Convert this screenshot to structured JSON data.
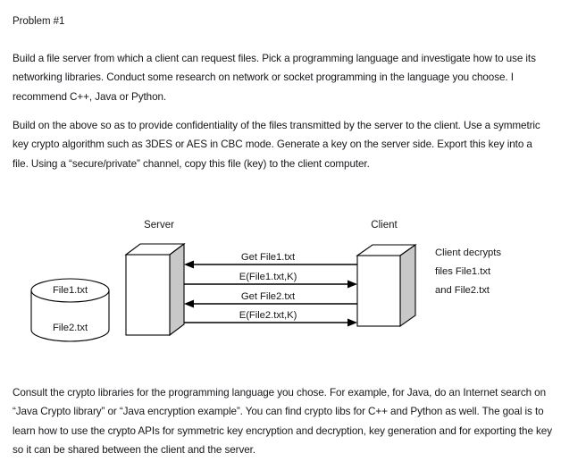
{
  "document": {
    "heading": "Problem #1",
    "paragraphs": [
      "Build a file server from which a client can request files. Pick a programming language and investigate how to use its networking libraries. Conduct some research on network or socket programming in the language you choose. I recommend C++, Java or Python.",
      "Build on the above so as to provide confidentiality of the files transmitted by the server to the client. Use a symmetric key crypto algorithm such as 3DES or AES in CBC mode. Generate a key on the server side. Export this key into a file. Using a “secure/private” channel, copy this file (key) to the client computer.",
      "Consult the crypto libraries for the programming language you chose. For example, for Java, do an Internet search on “Java Crypto library” or “Java encryption example”. You can find crypto libs for C++ and Python as well. The goal is to learn how to use the crypto APIs for symmetric key encryption and decryption, key generation and for exporting the key so it can be shared between the client and the server."
    ]
  },
  "diagram": {
    "title_server": "Server",
    "title_client": "Client",
    "database": {
      "file_top": "File1.txt",
      "file_bottom": "File2.txt"
    },
    "messages": [
      {
        "label": "Get File1.txt",
        "direction": "to-server"
      },
      {
        "label": "E(File1.txt,K)",
        "direction": "to-client"
      },
      {
        "label": "Get File2.txt",
        "direction": "to-server"
      },
      {
        "label": "E(File2.txt,K)",
        "direction": "to-client"
      }
    ],
    "annotation": [
      "Client decrypts",
      "files File1.txt",
      "and File2.txt"
    ],
    "colors": {
      "stroke": "#000000",
      "side_face": "#c8c8c8",
      "front_face": "#ffffff",
      "text": "#17171c",
      "background": "#ffffff"
    }
  }
}
